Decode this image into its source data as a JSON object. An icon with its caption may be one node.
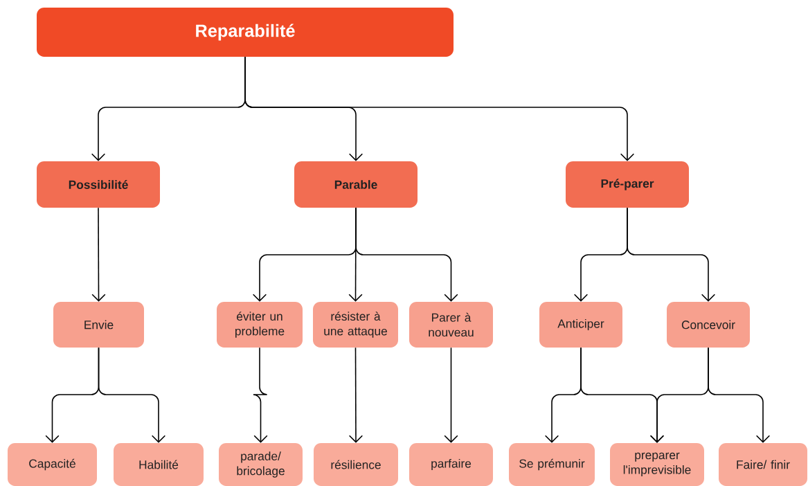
{
  "diagram": {
    "nodes": [
      {
        "text": [
          "Reparabilité"
        ]
      },
      {
        "text": [
          "Possibilité"
        ]
      },
      {
        "text": [
          "Parable"
        ]
      },
      {
        "text": [
          "Pré-parer"
        ]
      },
      {
        "text": [
          "Envie"
        ]
      },
      {
        "text": [
          "éviter un probleme"
        ]
      },
      {
        "text": [
          "résister à une attaque"
        ]
      },
      {
        "text": [
          "Parer à nouveau"
        ]
      },
      {
        "text": [
          "Anticiper"
        ]
      },
      {
        "text": [
          "Concevoir"
        ]
      },
      {
        "text": [
          "Capacité"
        ]
      },
      {
        "text": [
          "Habilité"
        ]
      },
      {
        "text": [
          "parade/ bricolage"
        ]
      },
      {
        "text": [
          "résilience"
        ]
      },
      {
        "text": [
          "parfaire"
        ]
      },
      {
        "text": [
          "Se prémunir"
        ]
      },
      {
        "text": [
          "preparer l'imprevisible"
        ]
      },
      {
        "text": [
          "Faire/ finir"
        ]
      }
    ],
    "edges": [
      {
        "from": 0,
        "to": 1,
        "arrow": "to"
      },
      {
        "from": 0,
        "to": 2,
        "arrow": "to"
      },
      {
        "from": 0,
        "to": 3,
        "arrow": "to"
      },
      {
        "from": 1,
        "to": 4,
        "arrow": "to"
      },
      {
        "from": 2,
        "to": 5,
        "arrow": "to"
      },
      {
        "from": 2,
        "to": 6,
        "arrow": "to"
      },
      {
        "from": 2,
        "to": 7,
        "arrow": "to"
      },
      {
        "from": 3,
        "to": 8,
        "arrow": "to"
      },
      {
        "from": 3,
        "to": 9,
        "arrow": "to"
      },
      {
        "from": 4,
        "to": 10,
        "arrow": "to"
      },
      {
        "from": 4,
        "to": 11,
        "arrow": "to"
      },
      {
        "from": 5,
        "to": 12,
        "arrow": "to"
      },
      {
        "from": 6,
        "to": 13,
        "arrow": "to"
      },
      {
        "from": 7,
        "to": 14,
        "arrow": "to"
      },
      {
        "from": 8,
        "to": 15,
        "arrow": "to"
      },
      {
        "from": 8,
        "to": 16,
        "arrow": "to"
      },
      {
        "from": 9,
        "to": 16,
        "arrow": "to"
      },
      {
        "from": 9,
        "to": 17,
        "arrow": "to"
      }
    ]
  }
}
